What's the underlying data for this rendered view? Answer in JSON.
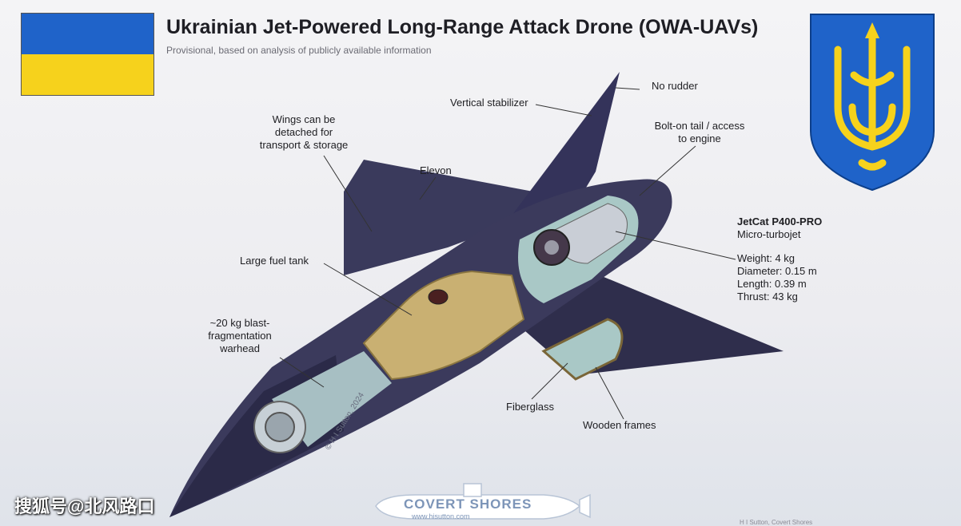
{
  "header": {
    "title": "Ukrainian Jet-Powered Long-Range Attack Drone (OWA-UAVs)",
    "subtitle": "Provisional, based on analysis of publicly available information"
  },
  "colors": {
    "flag_blue": "#1f63c9",
    "flag_yellow": "#f6d21c",
    "hull": "#3b3a5c",
    "fuel_tank": "#c9b072",
    "interior": "#a9c8c6"
  },
  "labels": {
    "no_rudder": "No rudder",
    "vertical_stabilizer": "Vertical stabilizer",
    "wings_line1": "Wings can be",
    "wings_line2": "detached for",
    "wings_line3": "transport & storage",
    "bolt_line1": "Bolt-on tail / access",
    "bolt_line2": "to engine",
    "elevon": "Elevon",
    "fuel_tank": "Large fuel tank",
    "warhead_line1": "~20 kg blast-",
    "warhead_line2": "fragmentation",
    "warhead_line3": "warhead",
    "fiberglass": "Fiberglass",
    "wooden_frames": "Wooden frames"
  },
  "engine": {
    "name": "JetCat P400-PRO",
    "type": "Micro-turbojet",
    "weight": "Weight: 4 kg",
    "diameter": "Diameter: 0.15 m",
    "length": "Length: 0.39 m",
    "thrust": "Thrust: 43 kg"
  },
  "credits": {
    "copyright": "© H I Sutton, 2024",
    "brand": "COVERT SHORES",
    "url": "www.hisutton.com",
    "watermark": "搜狐号@北风路口",
    "bottom": "H I Sutton, Covert Shores"
  }
}
